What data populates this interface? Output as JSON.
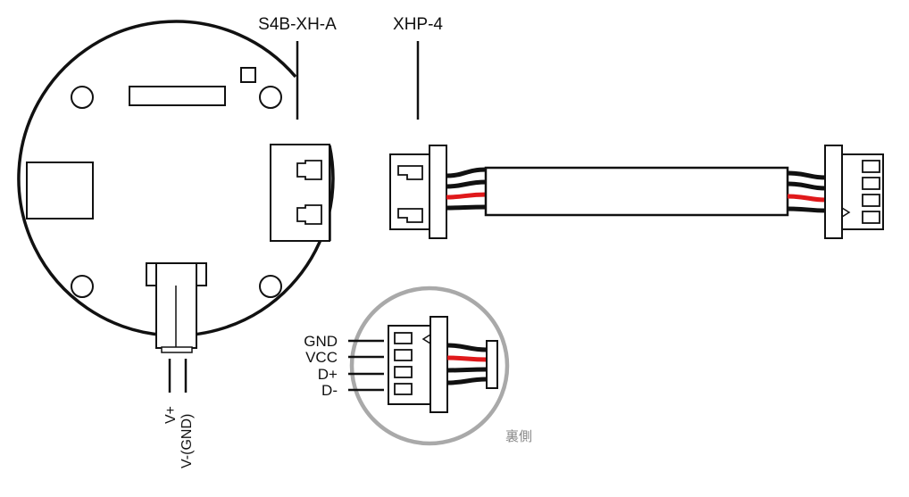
{
  "labels": {
    "board_connector": "S4B-XH-A",
    "cable_connector": "XHP-4",
    "power_plus": "V+",
    "power_gnd": "V-(GND)",
    "back_side": "裏側"
  },
  "pins": [
    "GND",
    "VCC",
    "D+",
    "D-"
  ],
  "colors": {
    "outline": "#111111",
    "wire_red": "#e0191b",
    "wire_black": "#111111",
    "inset_ring": "#a9a9a9",
    "background": "#ffffff"
  }
}
